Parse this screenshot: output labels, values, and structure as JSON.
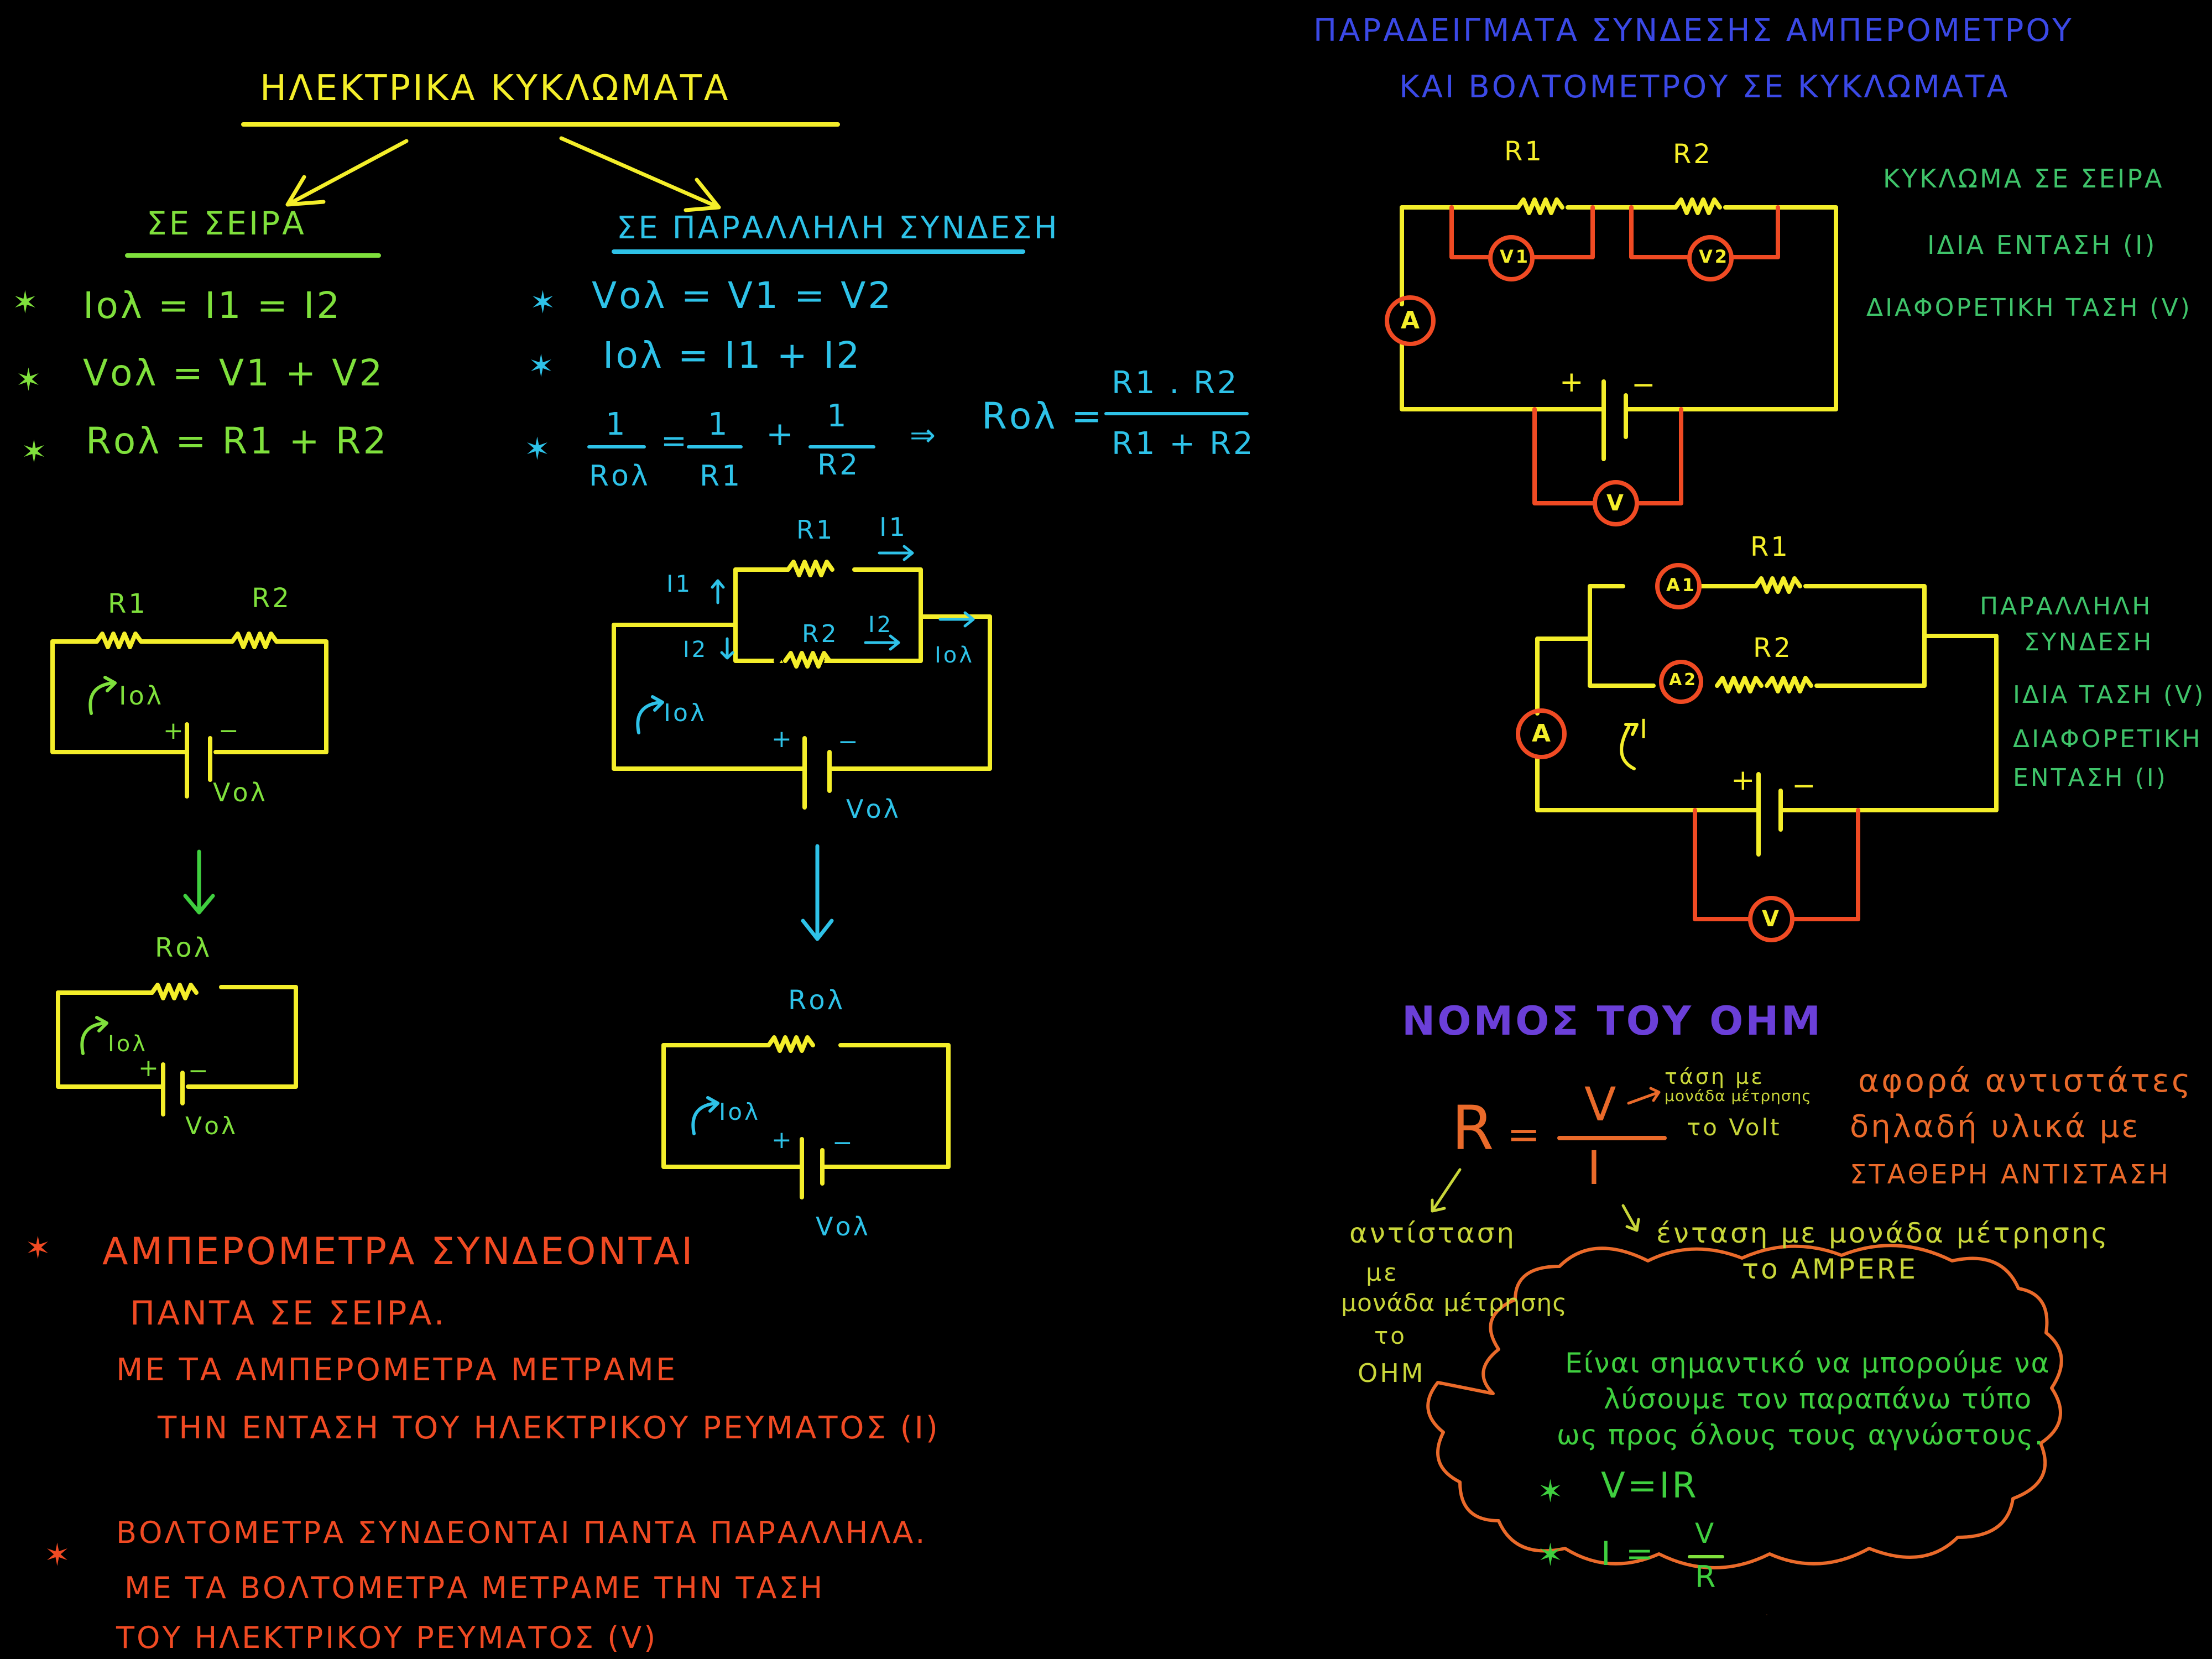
{
  "title": "ΗΛΕΚΤΡΙΚΑ ΚΥΚΛΩΜΑΤΑ",
  "series": {
    "heading": "ΣΕ ΣΕΙΡΑ",
    "rules": [
      "Ιολ = Ι1 = Ι2",
      "Vολ = V1 + V2",
      "Rολ = R1 + R2"
    ]
  },
  "parallel": {
    "heading": "ΣΕ ΠΑΡΑΛΛΗΛΗ ΣΥΝΔΕΣΗ",
    "rules": [
      "Vολ = V1 = V2",
      "Ιολ = Ι1 + Ι2"
    ],
    "formula": {
      "lhs_num": "1",
      "lhs_den": "Rολ",
      "t1_num": "1",
      "t1_den": "R1",
      "t2_num": "1",
      "t2_den": "R2",
      "arrow": "⇒",
      "res": "Rολ =",
      "res_num": "R1 . R2",
      "res_den": "R1 + R2"
    }
  },
  "circuit_labels": {
    "R1": "R1",
    "R2": "R2",
    "Rtot": "Rολ",
    "Itot": "Ιολ",
    "Vtot": "Vολ",
    "I1": "Ι1",
    "I2": "Ι2",
    "plus": "+",
    "minus": "−",
    "I": "Ι"
  },
  "ammeter_notes": {
    "line1": "ΑΜΠΕΡΟΜΕΤΡΑ ΣΥΝΔΕΟΝΤΑΙ",
    "line2": "ΠΑΝΤΑ ΣΕ ΣΕΙΡΑ.",
    "line3": "ΜΕ ΤΑ ΑΜΠΕΡΟΜΕΤΡΑ ΜΕΤΡΑΜΕ",
    "line4": "ΤΗΝ ΕΝΤΑΣΗ ΤΟΥ ΗΛΕΚΤΡΙΚΟΥ ΡΕΥΜΑΤΟΣ (Ι)"
  },
  "voltmeter_notes": {
    "line1": "ΒΟΛΤΟΜΕΤΡΑ ΣΥΝΔΕΟΝΤΑΙ ΠΑΝΤΑ ΠΑΡΑΛΛΗΛΑ.",
    "line2": "ΜΕ ΤΑ ΒΟΛΤΟΜΕΤΡΑ ΜΕΤΡΑΜΕ ΤΗΝ ΤΑΣΗ",
    "line3": "ΤΟΥ ΗΛΕΚΤΡΙΚΟΥ ΡΕΥΜΑΤΟΣ (V)"
  },
  "examples": {
    "title_line1": "ΠΑΡΑΔΕΙΓΜΑΤΑ ΣΥΝΔΕΣΗΣ ΑΜΠΕΡΟΜΕΤΡΟΥ",
    "title_line2": "ΚΑΙ ΒΟΛΤΟΜΕΤΡΟΥ ΣΕ ΚΥΚΛΩΜΑΤΑ",
    "series_note": {
      "line1": "ΚΥΚΛΩΜΑ ΣΕ ΣΕΙΡΑ",
      "line2": "ΙΔΙΑ ΕΝΤΑΣΗ (Ι)",
      "line3": "ΔΙΑΦΟΡΕΤΙΚΗ ΤΑΣΗ (V)"
    },
    "parallel_note": {
      "line1": "ΠΑΡΑΛΛΗΛΗ",
      "line2": "ΣΥΝΔΕΣΗ",
      "line3": "ΙΔΙΑ ΤΑΣΗ (V)",
      "line4": "ΔΙΑΦΟΡΕΤΙΚΗ",
      "line5": "ΕΝΤΑΣΗ (Ι)"
    },
    "meters": {
      "A": "A",
      "V": "V",
      "V1": "V1",
      "V2": "V2",
      "A1": "A1",
      "A2": "A2"
    }
  },
  "ohm": {
    "title": "ΝΟΜΟΣ ΤΟΥ ΟΗΜ",
    "R": "R",
    "eq": "=",
    "V": "V",
    "I": "Ι",
    "v_note_line1": "τάση με",
    "v_note_line2": "μονάδα μέτρησης",
    "v_note_line3": "το Volt",
    "r_note": [
      "αντίσταση",
      "με",
      "μονάδα μέτρησης",
      "το",
      "ΟΗΜ"
    ],
    "i_note_line1": "ένταση με μονάδα μέτρησης",
    "i_note_line2": "το AMPERE",
    "about_line1": "αφορά αντιστάτες",
    "about_line2": "δηλαδή υλικά με",
    "about_line3": "ΣΤΑΘΕΡΗ ΑΝΤΙΣΤΑΣΗ",
    "cloud_line1": "Είναι σημαντικό να μπορούμε να",
    "cloud_line2": "λύσουμε τον παραπάνω τύπο",
    "cloud_line3": "ως προς όλους τους αγνώστους.",
    "f1": "V=ΙR",
    "f2_lhs": "Ι =",
    "f2_num": "V",
    "f2_den": "R"
  },
  "colors": {
    "yellow": "#f4ee2a",
    "green": "#7fe03c",
    "cyan": "#2ec2e8",
    "blue": "#3b49e6",
    "red": "#f04a23",
    "orange": "#ea6a2a",
    "teal": "#3fc46a"
  }
}
